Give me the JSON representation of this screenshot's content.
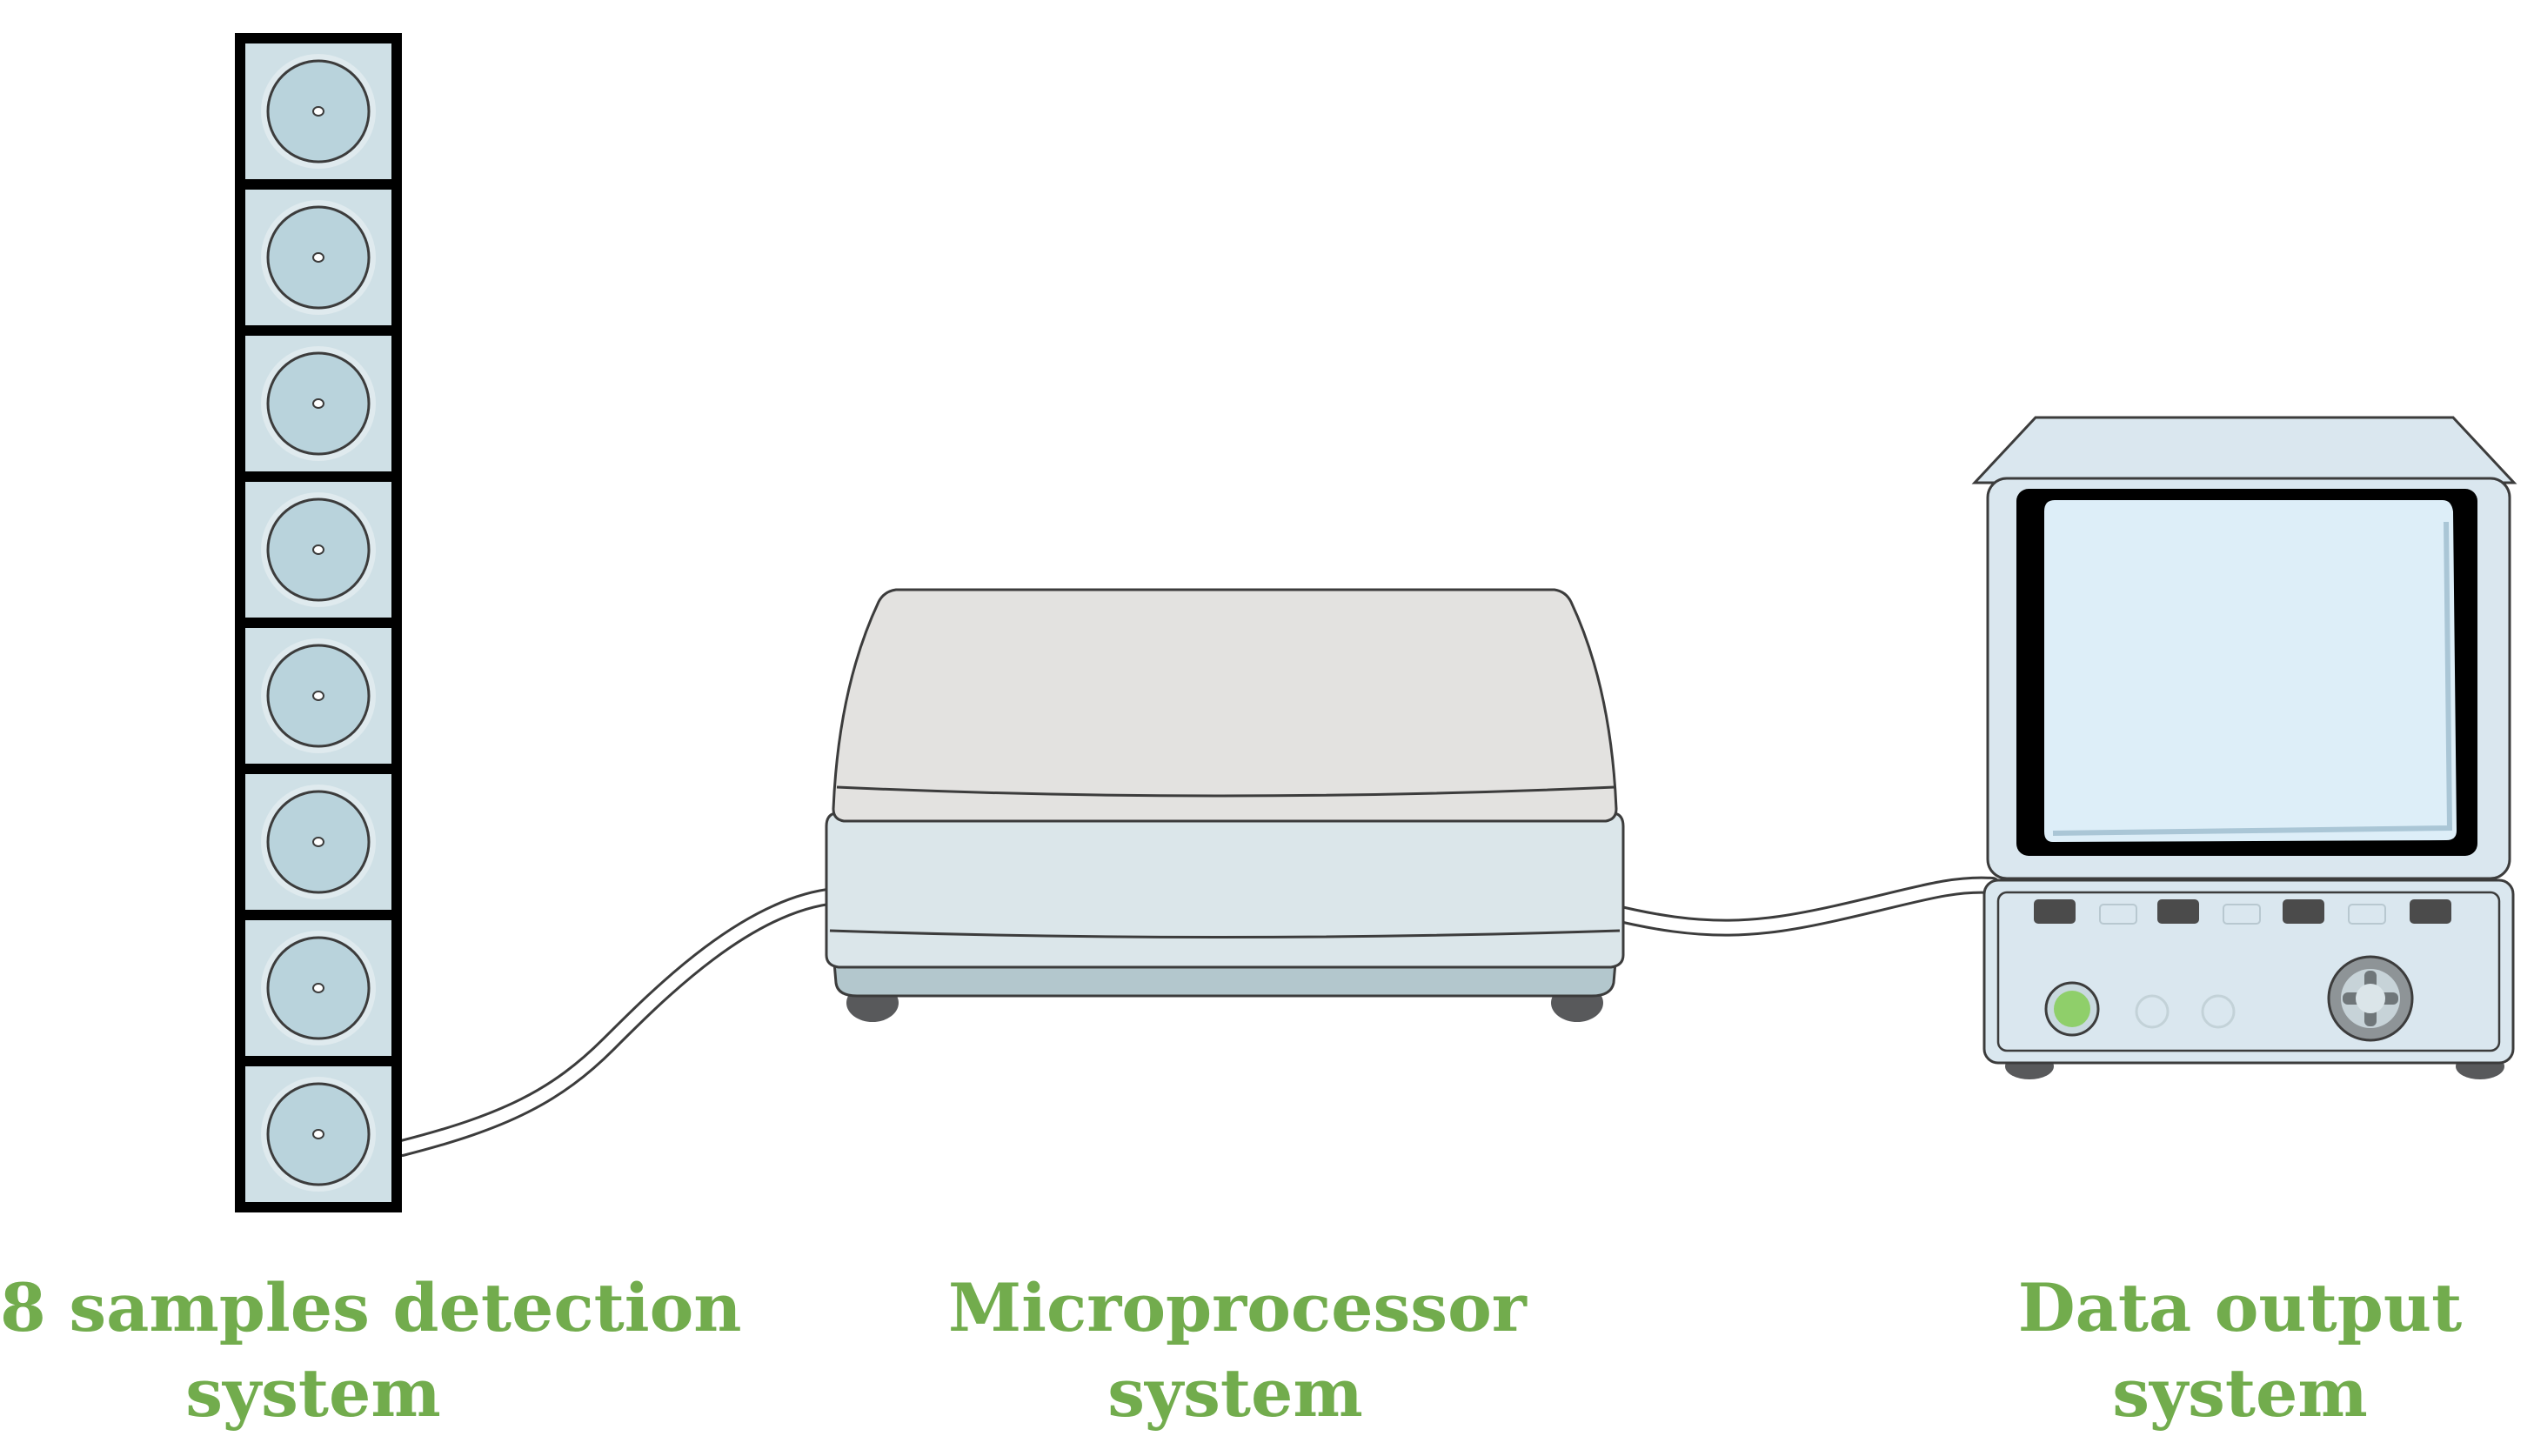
{
  "colors": {
    "caption": "#72ac4d",
    "outline": "#3c3c3c",
    "sample_frame": "#000000",
    "sample_fill": "#cfe0e6",
    "sample_disc": "#b9d3dc",
    "device_top": "#e3e2e0",
    "device_body": "#dbe6ea",
    "device_base": "#b3c7cd",
    "device_feet": "#58595b",
    "monitor_case": "#dae7ef",
    "monitor_bezel": "#000000",
    "monitor_screen": "#ddeef8",
    "monitor_buttons": "#4b4b4b",
    "power_button": "#8fcf6a",
    "cable": "#ffffff"
  },
  "components": [
    {
      "id": "detection",
      "icon": "sample-column-icon",
      "sample_count": 8,
      "label_lines": [
        "8 samples detection",
        "system"
      ]
    },
    {
      "id": "microprocessor",
      "icon": "microprocessor-unit-icon",
      "label_lines": [
        "Microprocessor",
        "system"
      ]
    },
    {
      "id": "output",
      "icon": "crt-monitor-icon",
      "label_lines": [
        "Data output",
        "system"
      ]
    }
  ],
  "connections": [
    {
      "from": "detection",
      "to": "microprocessor",
      "icon": "cable-icon"
    },
    {
      "from": "microprocessor",
      "to": "output",
      "icon": "cable-icon"
    }
  ]
}
